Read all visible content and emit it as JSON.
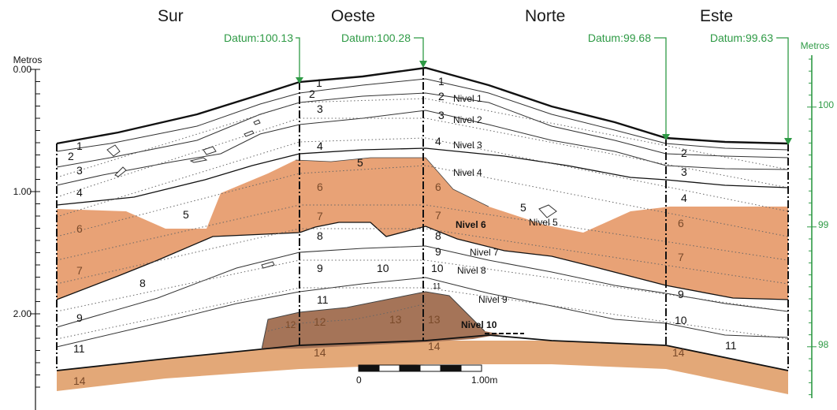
{
  "directions": [
    "Sur",
    "Oeste",
    "Norte",
    "Este"
  ],
  "datums": [
    "Datum:100.13",
    "Datum:100.28",
    "Datum:99.68",
    "Datum:99.63"
  ],
  "left_axis": {
    "title": "Metros",
    "ticks": [
      {
        "label": "0.00",
        "value": 0
      },
      {
        "label": "1.00",
        "value": 1
      },
      {
        "label": "2.00",
        "value": 2
      }
    ]
  },
  "right_axis": {
    "title": "Metros",
    "color": "#2e9a45",
    "ticks": [
      {
        "label": "100",
        "value": 100
      },
      {
        "label": "99",
        "value": 99
      },
      {
        "label": "98",
        "value": 98
      }
    ]
  },
  "scale_bar": {
    "start": "0",
    "end": "1.00m"
  },
  "colors": {
    "orange_layer": "#e8a276",
    "brown_layer": "#a57458",
    "base_layer": "#e3a878",
    "datum_green": "#2e9a45"
  },
  "layer_labels": {
    "sur": [
      "1",
      "2",
      "3",
      "4",
      "5",
      "6",
      "7",
      "8",
      "9",
      "11",
      "14"
    ],
    "oeste_left": [
      "1",
      "2",
      "3",
      "4",
      "5",
      "6",
      "7",
      "8",
      "9",
      "11",
      "12",
      "12",
      "10"
    ],
    "oeste_right": [
      "1",
      "2",
      "3",
      "4",
      "6",
      "7",
      "8",
      "9",
      "10",
      "11",
      "13",
      "13",
      "14",
      "14"
    ],
    "norte": [
      "5"
    ],
    "este": [
      "2",
      "3",
      "4",
      "6",
      "7",
      "9",
      "10",
      "11",
      "14"
    ]
  },
  "niveles": [
    "Nivel 1",
    "Nivel 2",
    "Nivel 3",
    "Nivel 4",
    "Nivel 5",
    "Nivel 6",
    "Nivel 7",
    "Nivel 8",
    "Nivel 9",
    "Nivel 10"
  ]
}
